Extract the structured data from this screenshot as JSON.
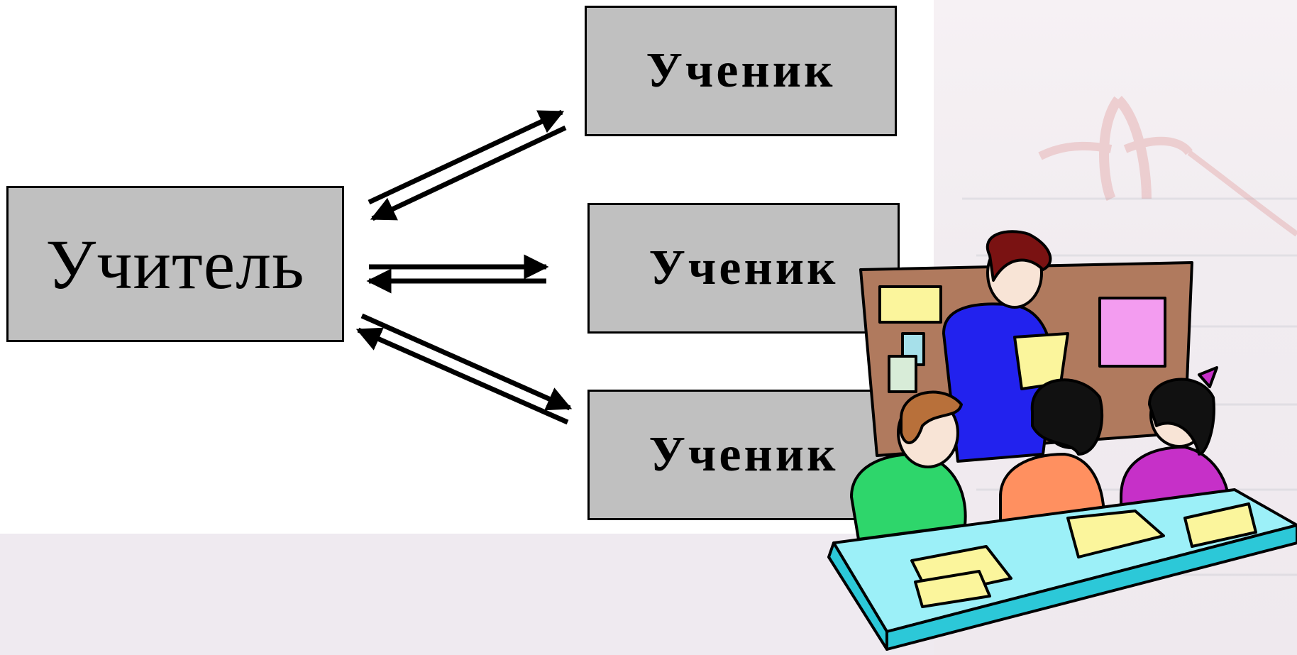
{
  "diagram": {
    "teacher_label": "Учитель",
    "student_labels": [
      "Ученик",
      "Ученик",
      "Ученик"
    ]
  },
  "colors": {
    "box_fill": "#c0c0c0",
    "box_border": "#000000",
    "arrow": "#000000",
    "page_background": "#ffffff",
    "side_background": "#f1eef2"
  },
  "illustration": {
    "icon": "classroom-clipart"
  }
}
